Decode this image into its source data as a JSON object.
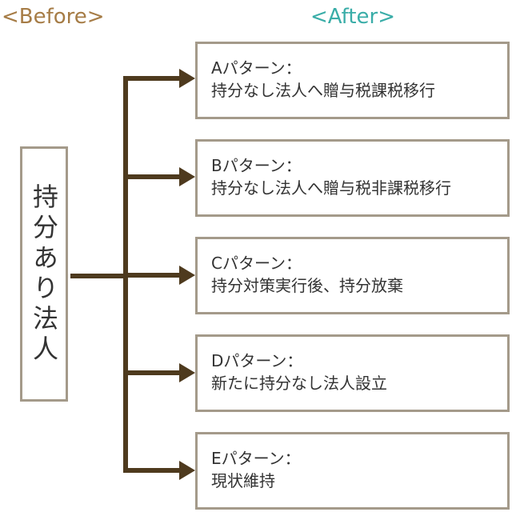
{
  "headings": {
    "before": "<Before>",
    "after": "<After>"
  },
  "source": {
    "label": "持分あり法人"
  },
  "patterns": [
    {
      "title": "Aパターン：",
      "desc": "持分なし法人へ贈与税課税移行"
    },
    {
      "title": "Bパターン：",
      "desc": "持分なし法人へ贈与税非課税移行"
    },
    {
      "title": "Cパターン：",
      "desc": "持分対策実行後、持分放棄"
    },
    {
      "title": "Dパターン：",
      "desc": "新たに持分なし法人設立"
    },
    {
      "title": "Eパターン：",
      "desc": "現状維持"
    }
  ],
  "colors": {
    "before_heading": "#a67c46",
    "after_heading": "#3aada8",
    "arrow": "#4e3a1e",
    "box_border": "#a49a8a",
    "text": "#333333"
  }
}
